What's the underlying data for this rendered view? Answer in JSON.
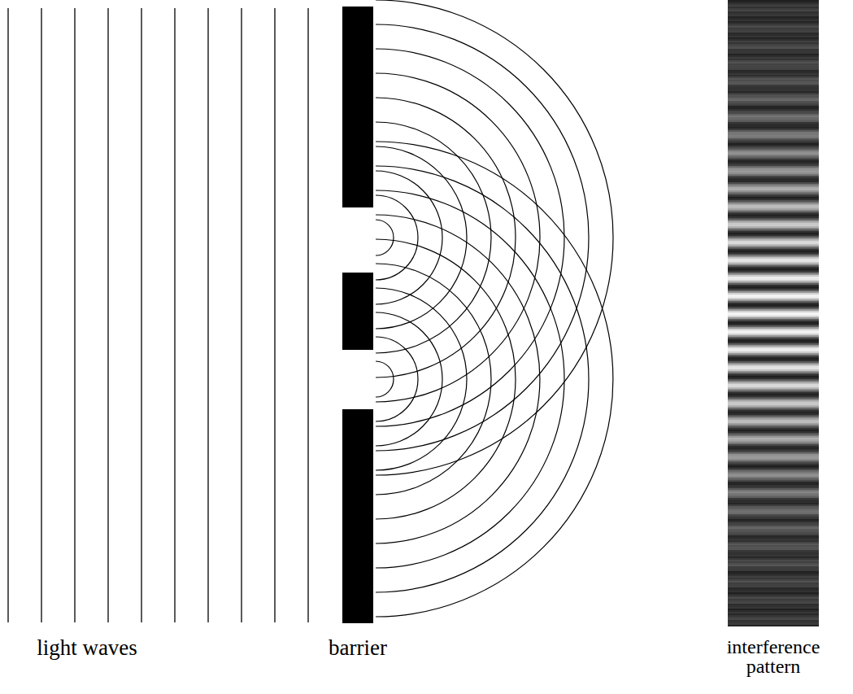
{
  "diagram": {
    "labels": [
      "light waves",
      "barrier",
      "interference pattern"
    ]
  }
}
